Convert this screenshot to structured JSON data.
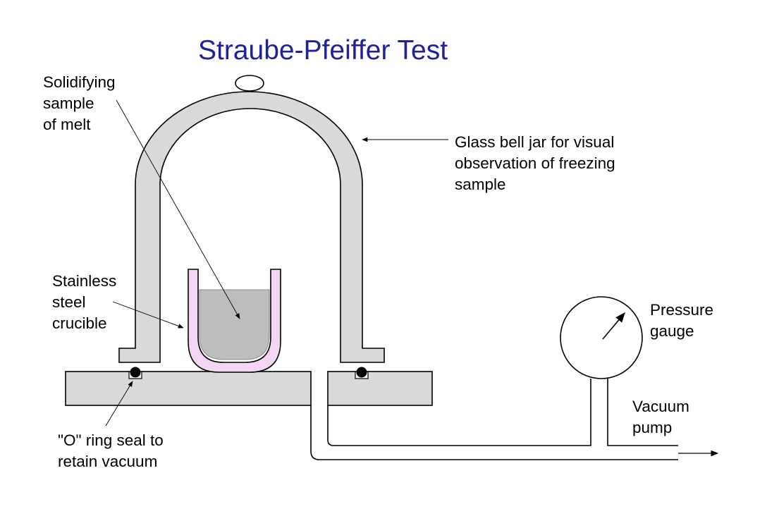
{
  "title": "Straube-Pfeiffer Test",
  "labels": {
    "solidifying_sample": [
      "Solidifying",
      "sample",
      "of melt"
    ],
    "bell_jar": [
      "Glass bell jar for visual",
      "observation of freezing",
      "sample"
    ],
    "crucible": [
      "Stainless",
      "steel",
      "crucible"
    ],
    "pressure_gauge": [
      "Pressure",
      "gauge"
    ],
    "vacuum_pump": [
      "Vacuum",
      "pump"
    ],
    "o_ring": [
      "\"O\" ring seal to",
      "retain vacuum"
    ]
  },
  "colors": {
    "title": "#20209a",
    "jar_fill": "#d9d9d9",
    "base_fill": "#d9d9d9",
    "crucible_fill": "#f4d6f4",
    "melt_fill": "#bdbdbd",
    "outline": "#000000"
  },
  "gauge": {
    "needle_direction": "up-right"
  }
}
